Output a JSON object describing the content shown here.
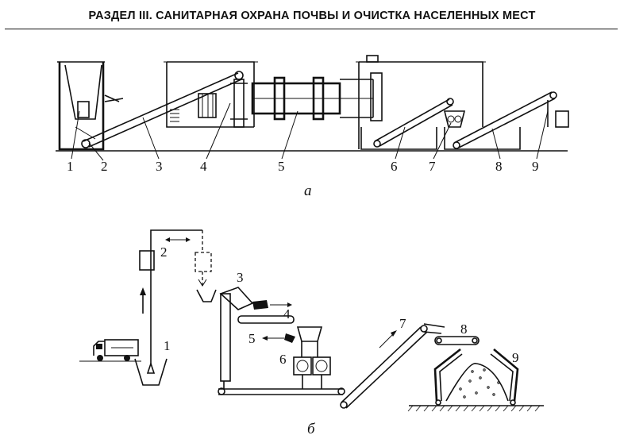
{
  "header": {
    "section_title": "РАЗДЕЛ III. САНИТАРНАЯ ОХРАНА ПОЧВЫ И ОЧИСТКА НАСЕЛЕННЫХ МЕСТ"
  },
  "figure_a": {
    "caption": "а",
    "labels": [
      "1",
      "2",
      "3",
      "4",
      "5",
      "6",
      "7",
      "8",
      "9"
    ]
  },
  "figure_b": {
    "caption": "б",
    "labels": [
      "1",
      "2",
      "3",
      "4",
      "5",
      "6",
      "7",
      "8",
      "9"
    ]
  }
}
